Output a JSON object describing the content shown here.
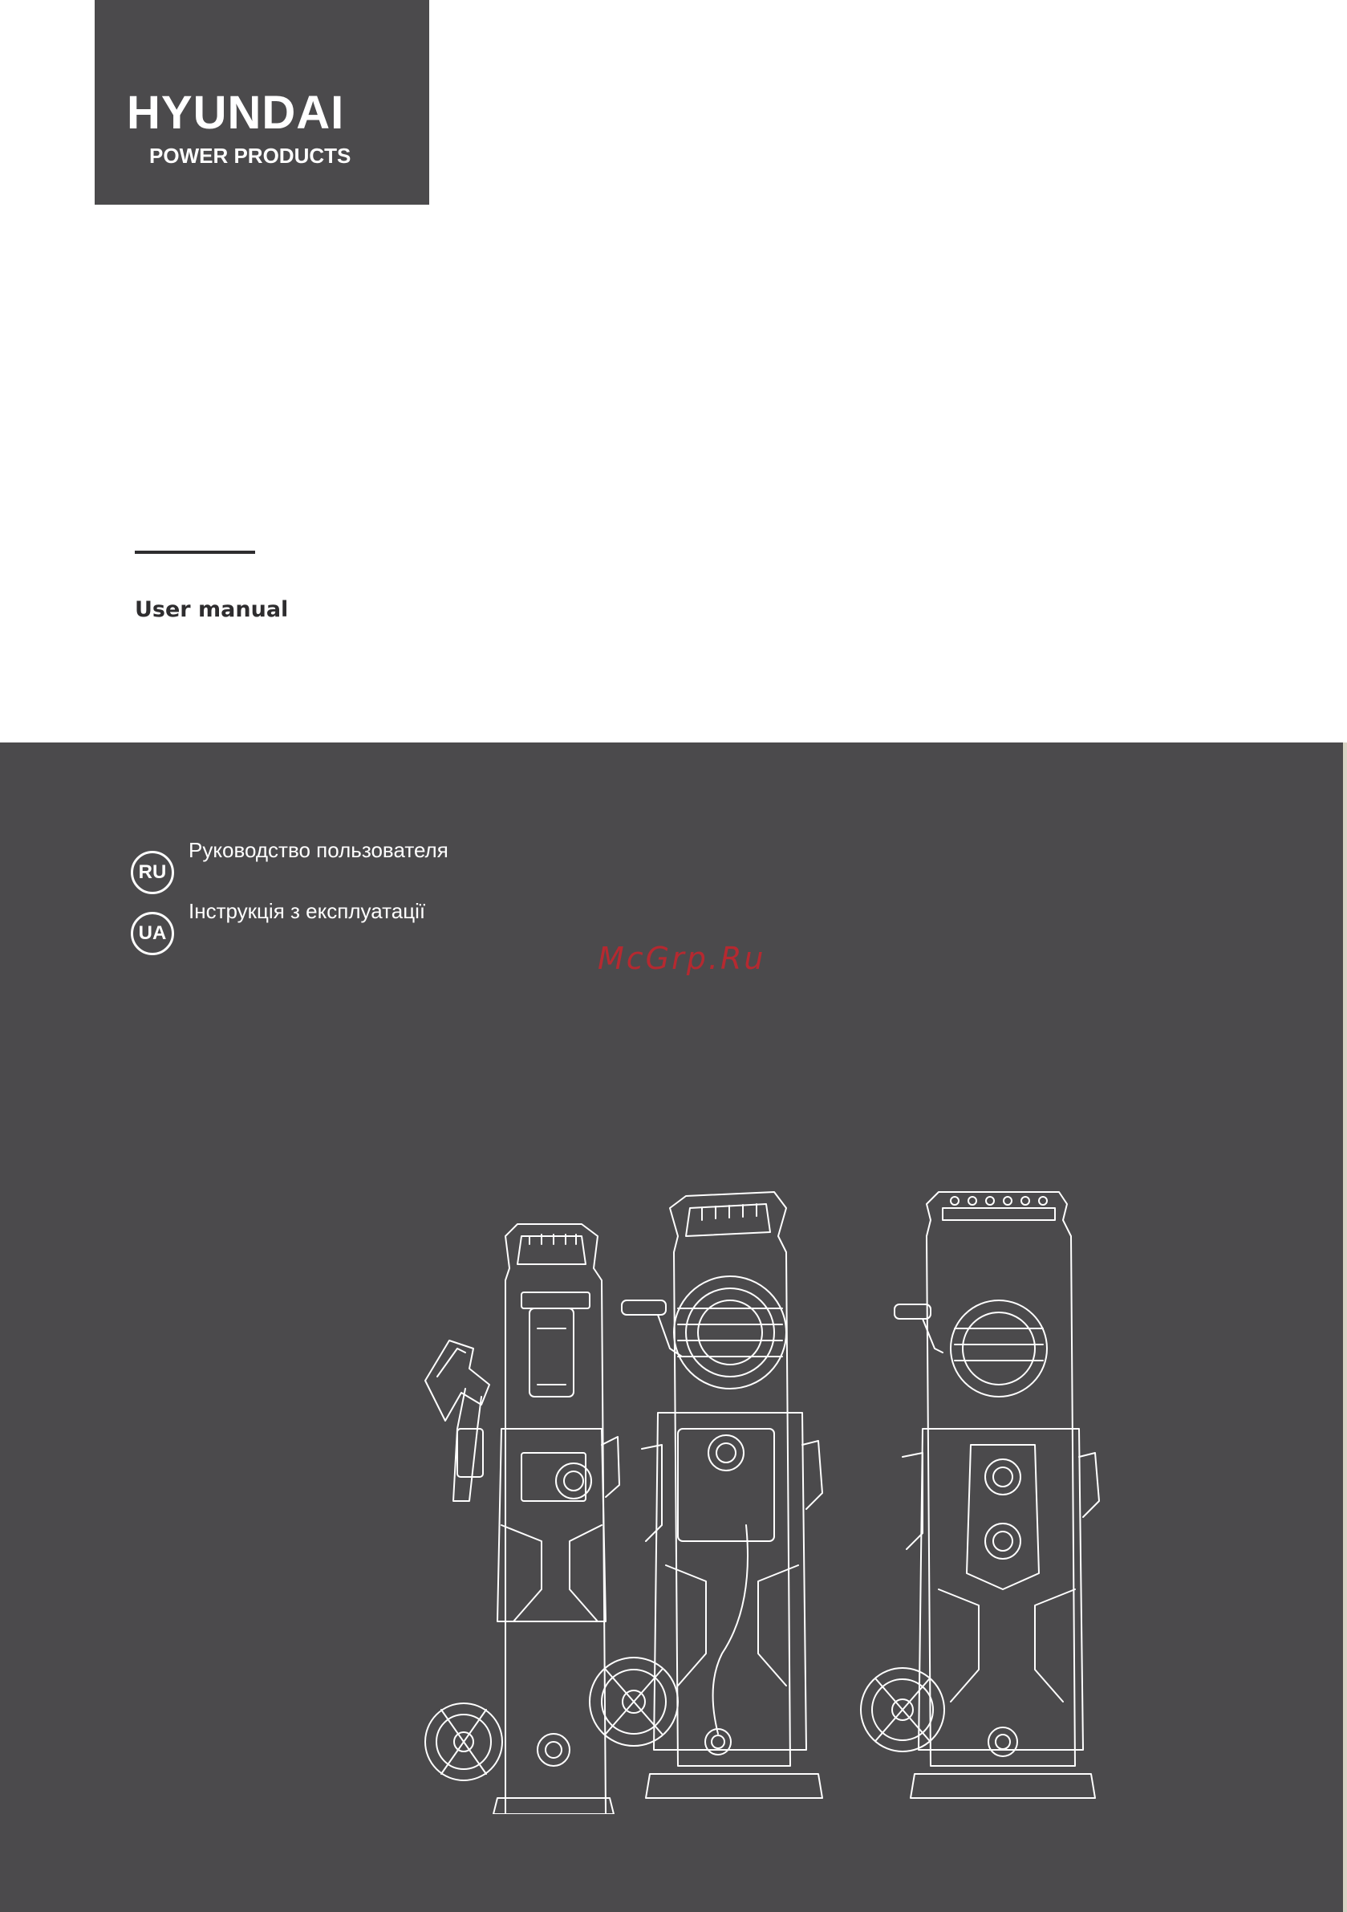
{
  "logo": {
    "brand": "HYUNDAI",
    "division": "POWER PRODUCTS"
  },
  "cover": {
    "title": "User manual"
  },
  "languages": [
    {
      "code": "RU",
      "label": "Руководство пользователя"
    },
    {
      "code": "UA",
      "label": "Інструкція з експлуатації"
    }
  ],
  "watermark": "McGrp.Ru",
  "illustration": {
    "icon": "pressure-washers-illustration",
    "count": 3
  },
  "colors": {
    "panel": "#4b4a4c",
    "line": "#ffffff",
    "watermark": "#c8242c"
  }
}
